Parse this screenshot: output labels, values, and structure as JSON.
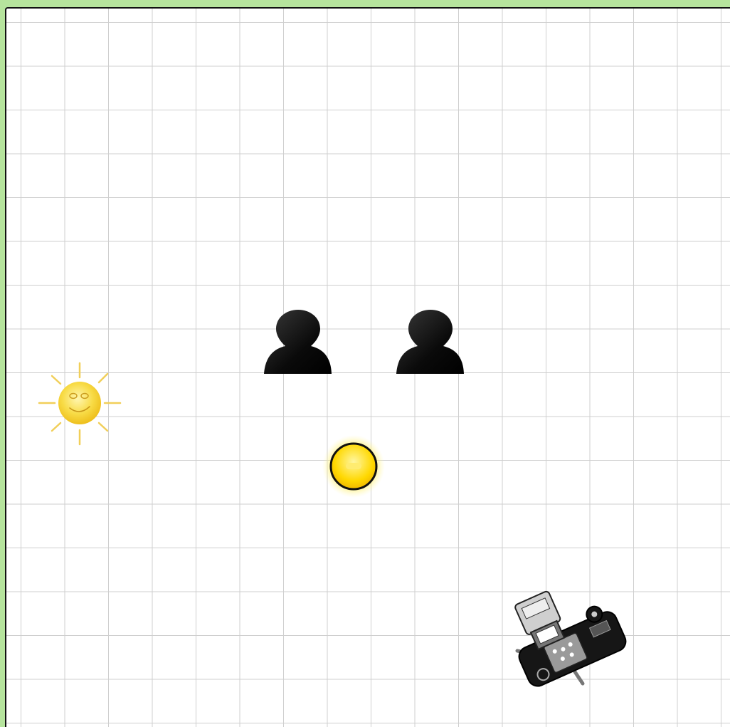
{
  "scene": {
    "background_color": "#b6e49d",
    "canvas_color": "#ffffff",
    "grid": true,
    "grid_color": "#cfcfcf",
    "items": [
      {
        "name": "sun",
        "icon": "smiling-sun-icon",
        "color": "#f5d21f"
      },
      {
        "name": "person-left",
        "icon": "person-silhouette-icon",
        "color": "#000000"
      },
      {
        "name": "person-right",
        "icon": "person-silhouette-icon",
        "color": "#000000"
      },
      {
        "name": "light-source",
        "icon": "glowing-light-icon",
        "color": "#ffe000"
      },
      {
        "name": "camera",
        "icon": "camera-with-flash-icon",
        "color": "#111111"
      }
    ]
  }
}
